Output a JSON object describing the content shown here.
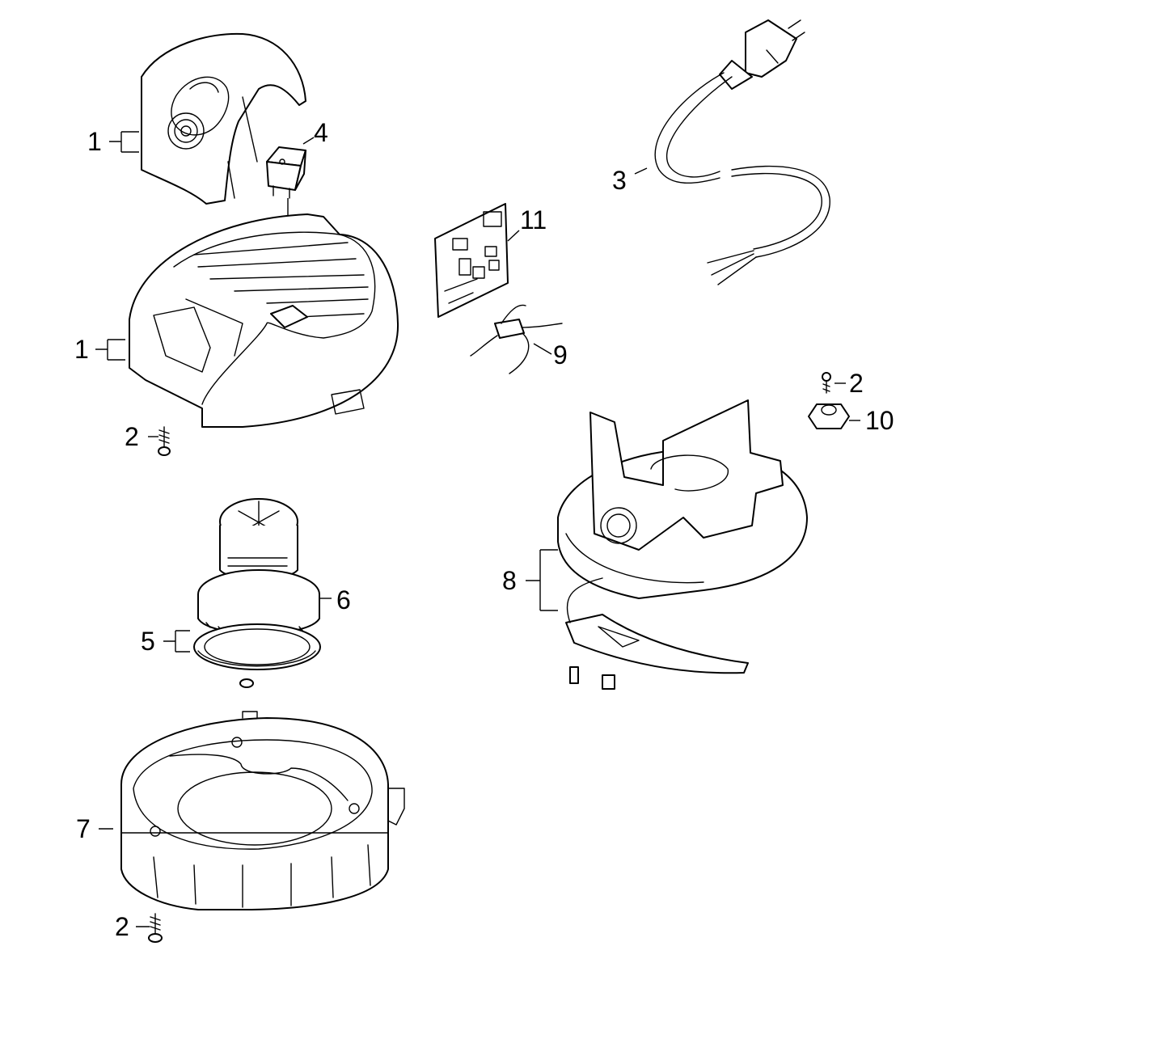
{
  "callouts": [
    {
      "id": "1a",
      "label": "1"
    },
    {
      "id": "1b",
      "label": "1"
    },
    {
      "id": "2a",
      "label": "2"
    },
    {
      "id": "2b",
      "label": "2"
    },
    {
      "id": "2c",
      "label": "2"
    },
    {
      "id": "3",
      "label": "3"
    },
    {
      "id": "4",
      "label": "4"
    },
    {
      "id": "5",
      "label": "5"
    },
    {
      "id": "6",
      "label": "6"
    },
    {
      "id": "7",
      "label": "7"
    },
    {
      "id": "8",
      "label": "8"
    },
    {
      "id": "9",
      "label": "9"
    },
    {
      "id": "10",
      "label": "10"
    },
    {
      "id": "11",
      "label": "11"
    }
  ]
}
